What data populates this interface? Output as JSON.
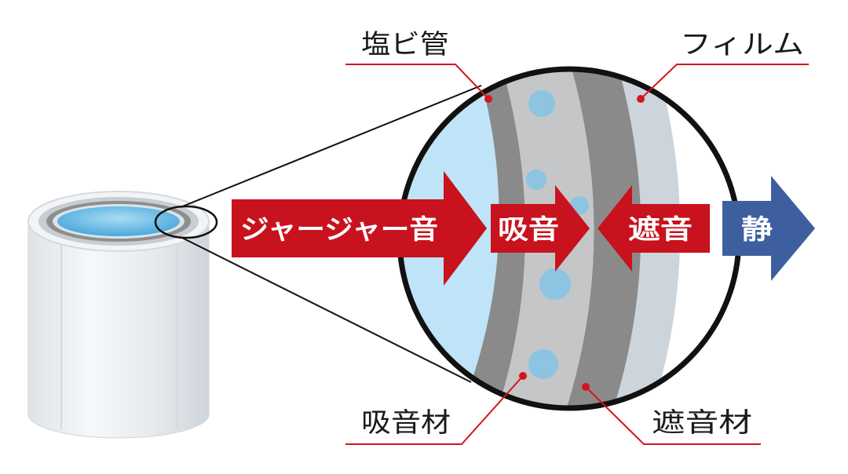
{
  "labels": {
    "pvc_pipe": "塩ビ管",
    "film": "フィルム",
    "sound_absorbing_material": "吸音材",
    "sound_insulating_material": "遮音材"
  },
  "arrows": {
    "noise": "ジャージャー音",
    "absorb": "吸音",
    "insulate": "遮音",
    "quiet": "静"
  },
  "colors": {
    "red_arrow": "#c8121e",
    "blue_arrow": "#3d5fa0",
    "leader_line": "#d4141e",
    "water": "#bfe3f7",
    "pvc": "#8a8a8a",
    "absorber": "#c4c6c8",
    "film": "#ccd4dc",
    "bubble": "#8cc4e2"
  }
}
